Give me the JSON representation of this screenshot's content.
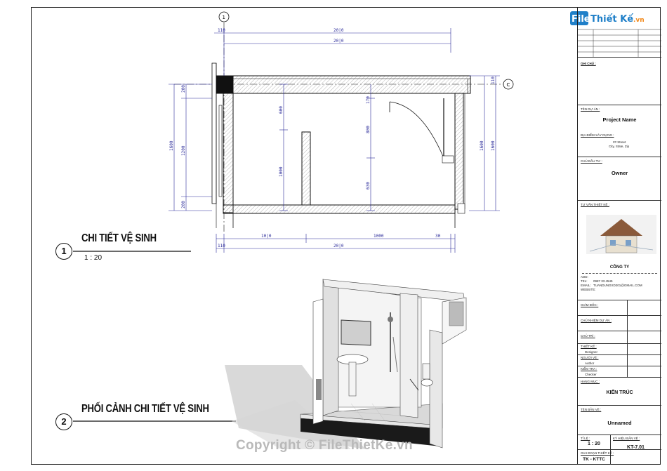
{
  "colors": {
    "line": "#111111",
    "dim": "#2b2b9a",
    "hatch": "#777777",
    "watermark": "#b5b5b5",
    "logo_blue": "#1f7fc8",
    "logo_orange": "#f28a1c"
  },
  "logo": {
    "brand_a": "File",
    "brand_b": "Thiết Kế",
    ".vn": ".vn"
  },
  "grid": {
    "axis_1": "1",
    "axis_c": "C"
  },
  "dims": {
    "top_1": "20|0",
    "top_2": "20|0",
    "top_left": "110",
    "left_1": "200",
    "left_2": "1200",
    "left_3": "200",
    "left_total": "1600",
    "in_1": "600",
    "in_2": "1000",
    "in_3": "170",
    "in_4": "800",
    "in_5": "630",
    "right_1": "110",
    "right_2": "1600",
    "right_3": "1600",
    "bot_1": "10|0",
    "bot_2": "1000",
    "bot_3": "20|0",
    "bot_left": "110",
    "bot_right": "30"
  },
  "views": [
    {
      "number": "1",
      "title": "CHI TIẾT VỆ SINH",
      "scale": "1 : 20"
    },
    {
      "number": "2",
      "title": "PHỐI CẢNH CHI TIẾT VỆ SINH"
    }
  ],
  "title_block": {
    "ghi_chu": "GHI CHÚ :",
    "ten_du_an": "TÊN DỰ ÁN :",
    "project_name": "Project Name",
    "dia_diem": "ĐỊA ĐIỂM XÂY DỰNG :",
    "address_1": "## Street",
    "address_2": "City, State, Zip",
    "chu_dau_tu": "CHỦ ĐẦU TƯ :",
    "owner": "Owner",
    "tu_van": "TƯ VẤN THIẾT KẾ :",
    "cong_ty": "CÔNG TY",
    "addr_lbl": "ADD:",
    "tel_lbl": "TEL:",
    "tel": "0987 33 4545",
    "email_lbl": "EMAIL:",
    "email": "TUANDUNGXD201@GMAIL.COM",
    "website_lbl": "WEBSITE:",
    "giam_doc": "GIÁM ĐỐC :",
    "chu_nhiem": "CHỦ NHIỆM DỰ ÁN :",
    "chu_tri": "CHỦ TRÌ :",
    "thiet_ke": "THIẾT KẾ :",
    "designer": "Designer",
    "nguoi_ve": "NGƯỜI VẼ :",
    "author": "Author",
    "kiem_tra": "KIỂM TRA :",
    "checker": "Checker",
    "hang_muc": "HẠNG MỤC :",
    "kien_truc": "KIẾN TRÚC",
    "ten_ban_ve": "TÊN BẢN VẼ :",
    "unnamed": "Unnamed",
    "ti_le": "TỈ LỆ :",
    "scale": "1 : 20",
    "ky_hieu": "KÝ HIỆU BẢN VẼ :",
    "sheet_no": "KT-7.01",
    "giai_doan": "GIAI ĐOẠN THIẾT KẾ :",
    "phase": "TK - KTTC"
  },
  "watermark": "Copyright © FileThietKe.vn"
}
